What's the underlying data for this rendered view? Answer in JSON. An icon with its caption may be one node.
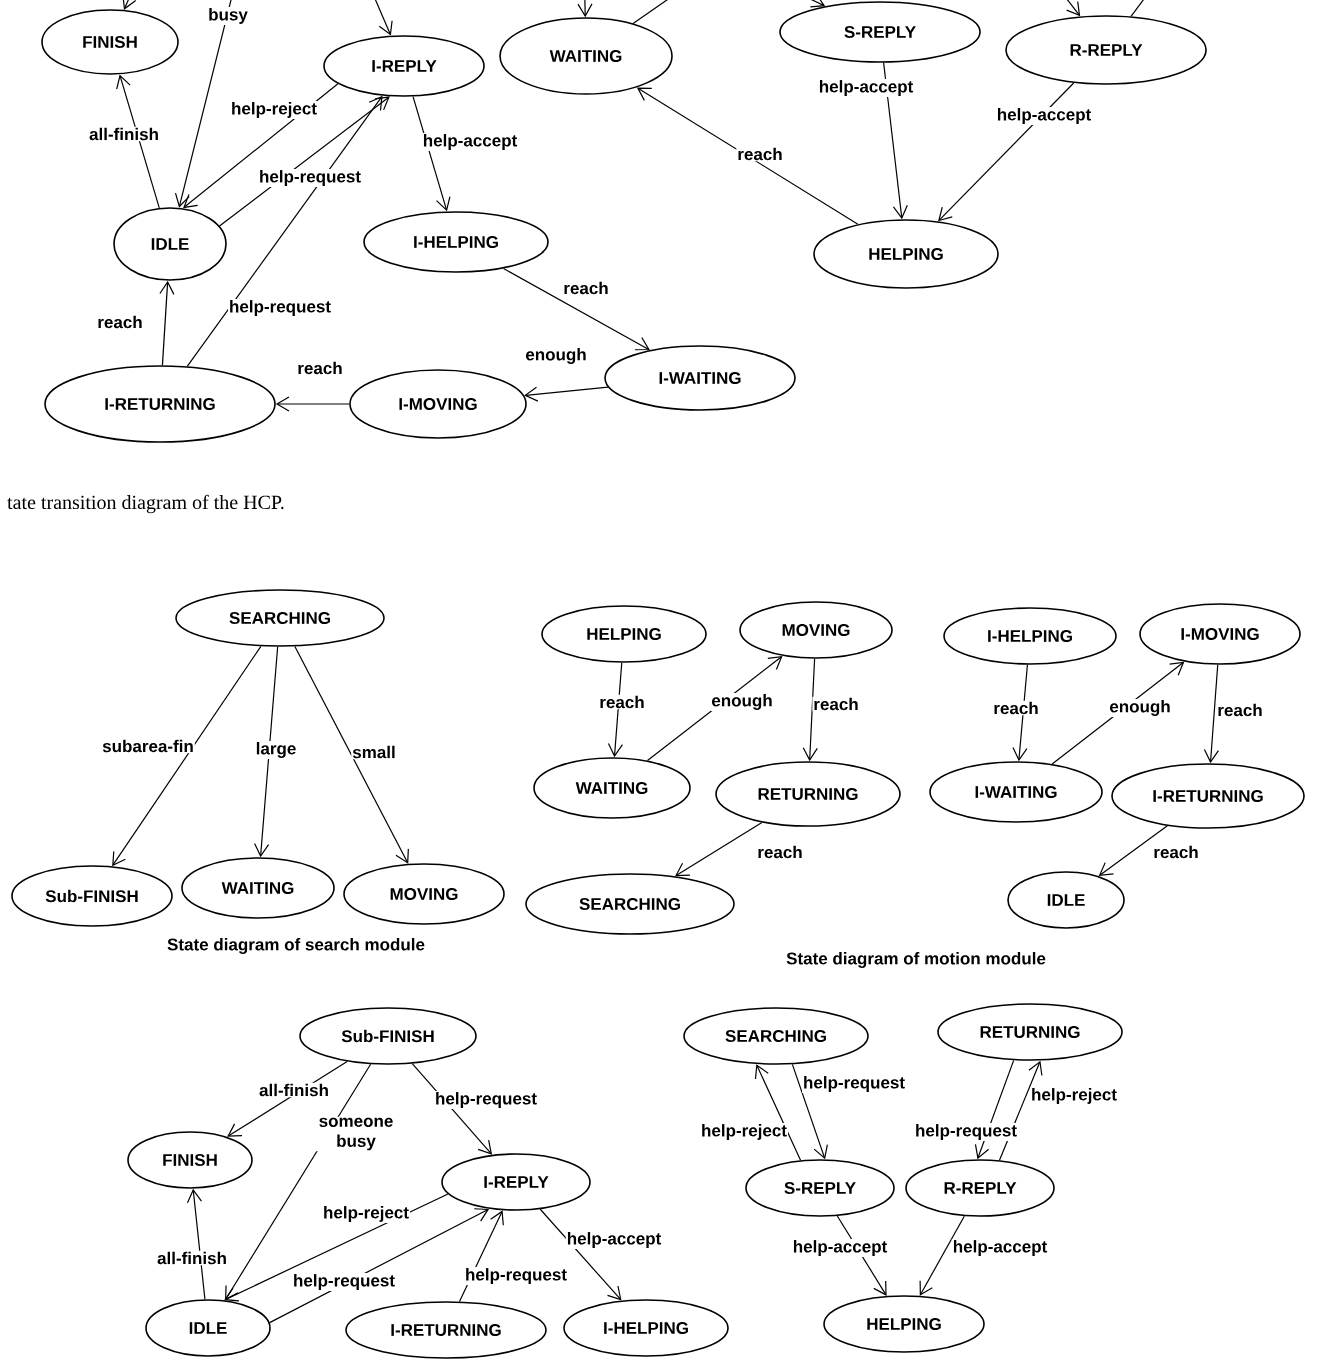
{
  "diagram": {
    "caption": "tate transition diagram of the HCP.",
    "nodes": [
      {
        "text": [
          "FINISH"
        ]
      },
      {
        "text": [
          "I-REPLY"
        ]
      },
      {
        "text": [
          "WAITING"
        ]
      },
      {
        "text": [
          "S-REPLY"
        ]
      },
      {
        "text": [
          "R-REPLY"
        ]
      },
      {
        "text": [
          "IDLE"
        ]
      },
      {
        "text": [
          "I-HELPING"
        ]
      },
      {
        "text": [
          "HELPING"
        ]
      },
      {
        "text": [
          "I-RETURNING"
        ]
      },
      {
        "text": [
          "I-MOVING"
        ]
      },
      {
        "text": [
          "I-WAITING"
        ]
      },
      {
        "text": [
          "SEARCHING"
        ]
      },
      {
        "text": [
          "Sub-FINISH"
        ]
      },
      {
        "text": [
          "WAITING"
        ]
      },
      {
        "text": [
          "MOVING"
        ]
      },
      {
        "text": [
          "HELPING"
        ]
      },
      {
        "text": [
          "MOVING"
        ]
      },
      {
        "text": [
          "WAITING"
        ]
      },
      {
        "text": [
          "RETURNING"
        ]
      },
      {
        "text": [
          "SEARCHING"
        ]
      },
      {
        "text": [
          "I-HELPING"
        ]
      },
      {
        "text": [
          "I-MOVING"
        ]
      },
      {
        "text": [
          "I-WAITING"
        ]
      },
      {
        "text": [
          "I-RETURNING"
        ]
      },
      {
        "text": [
          "IDLE"
        ]
      },
      {
        "text": [
          "Sub-FINISH"
        ]
      },
      {
        "text": [
          "FINISH"
        ]
      },
      {
        "text": [
          "I-REPLY"
        ]
      },
      {
        "text": [
          "IDLE"
        ]
      },
      {
        "text": [
          "I-RETURNING"
        ]
      },
      {
        "text": [
          "I-HELPING"
        ]
      },
      {
        "text": [
          "SEARCHING"
        ]
      },
      {
        "text": [
          "RETURNING"
        ]
      },
      {
        "text": [
          "S-REPLY"
        ]
      },
      {
        "text": [
          "R-REPLY"
        ]
      },
      {
        "text": [
          "HELPING"
        ]
      }
    ],
    "edges": [
      {
        "from": null,
        "to": 0,
        "arrow": "to"
      },
      {
        "from": null,
        "to": 5,
        "arrow": "to",
        "label": "busy"
      },
      {
        "from": null,
        "to": 1,
        "arrow": "to"
      },
      {
        "from": null,
        "to": 2,
        "arrow": "to"
      },
      {
        "from": 2,
        "to": null,
        "arrow": "none"
      },
      {
        "from": null,
        "to": 3,
        "arrow": "to"
      },
      {
        "from": null,
        "to": 4,
        "arrow": "to"
      },
      {
        "from": 4,
        "to": null,
        "arrow": "none"
      },
      {
        "from": 5,
        "to": 0,
        "arrow": "to",
        "label": "all-finish"
      },
      {
        "from": 1,
        "to": 5,
        "arrow": "to",
        "label": "help-reject"
      },
      {
        "from": 5,
        "to": 1,
        "arrow": "to",
        "label": "help-request"
      },
      {
        "from": 8,
        "to": 1,
        "arrow": "to",
        "label": "help-request"
      },
      {
        "from": 8,
        "to": 5,
        "arrow": "to",
        "label": "reach"
      },
      {
        "from": 1,
        "to": 6,
        "arrow": "to",
        "label": "help-accept"
      },
      {
        "from": 6,
        "to": 10,
        "arrow": "to",
        "label": "reach"
      },
      {
        "from": 10,
        "to": 9,
        "arrow": "to",
        "label": "enough"
      },
      {
        "from": 9,
        "to": 8,
        "arrow": "to",
        "label": "reach"
      },
      {
        "from": 7,
        "to": 2,
        "arrow": "to",
        "label": "reach"
      },
      {
        "from": 3,
        "to": 7,
        "arrow": "to",
        "label": "help-accept"
      },
      {
        "from": 4,
        "to": 7,
        "arrow": "to",
        "label": "help-accept"
      },
      {
        "from": 11,
        "to": 12,
        "arrow": "to",
        "label": "subarea-fin"
      },
      {
        "from": 11,
        "to": 13,
        "arrow": "to",
        "label": "large"
      },
      {
        "from": 11,
        "to": 14,
        "arrow": "to",
        "label": "small"
      },
      {
        "from": 15,
        "to": 17,
        "arrow": "to",
        "label": "reach"
      },
      {
        "from": 17,
        "to": 16,
        "arrow": "to",
        "label": "enough"
      },
      {
        "from": 16,
        "to": 18,
        "arrow": "to",
        "label": "reach"
      },
      {
        "from": 18,
        "to": 19,
        "arrow": "to",
        "label": "reach"
      },
      {
        "from": 20,
        "to": 22,
        "arrow": "to",
        "label": "reach"
      },
      {
        "from": 22,
        "to": 21,
        "arrow": "to",
        "label": "enough"
      },
      {
        "from": 21,
        "to": 23,
        "arrow": "to",
        "label": "reach"
      },
      {
        "from": 23,
        "to": 24,
        "arrow": "to",
        "label": "reach"
      },
      {
        "from": 25,
        "to": 26,
        "arrow": "to",
        "label": "all-finish"
      },
      {
        "from": 25,
        "to": 28,
        "arrow": "to",
        "label": "someone busy"
      },
      {
        "from": 25,
        "to": 27,
        "arrow": "to",
        "label": "help-request"
      },
      {
        "from": 28,
        "to": 26,
        "arrow": "to",
        "label": "all-finish"
      },
      {
        "from": 27,
        "to": 28,
        "arrow": "to",
        "label": "help-reject"
      },
      {
        "from": 28,
        "to": 27,
        "arrow": "to",
        "label": "help-request"
      },
      {
        "from": 29,
        "to": 27,
        "arrow": "to",
        "label": "help-request"
      },
      {
        "from": 27,
        "to": 30,
        "arrow": "to",
        "label": "help-accept"
      },
      {
        "from": 31,
        "to": 33,
        "arrow": "to",
        "label": "help-request"
      },
      {
        "from": 33,
        "to": 31,
        "arrow": "to",
        "label": "help-reject"
      },
      {
        "from": 32,
        "to": 34,
        "arrow": "to",
        "label": "help-request"
      },
      {
        "from": 34,
        "to": 32,
        "arrow": "to",
        "label": "help-reject"
      },
      {
        "from": 33,
        "to": 35,
        "arrow": "to",
        "label": "help-accept"
      },
      {
        "from": 34,
        "to": 35,
        "arrow": "to",
        "label": "help-accept"
      }
    ],
    "labels": [
      "State diagram of search module",
      "State diagram of motion module"
    ]
  }
}
